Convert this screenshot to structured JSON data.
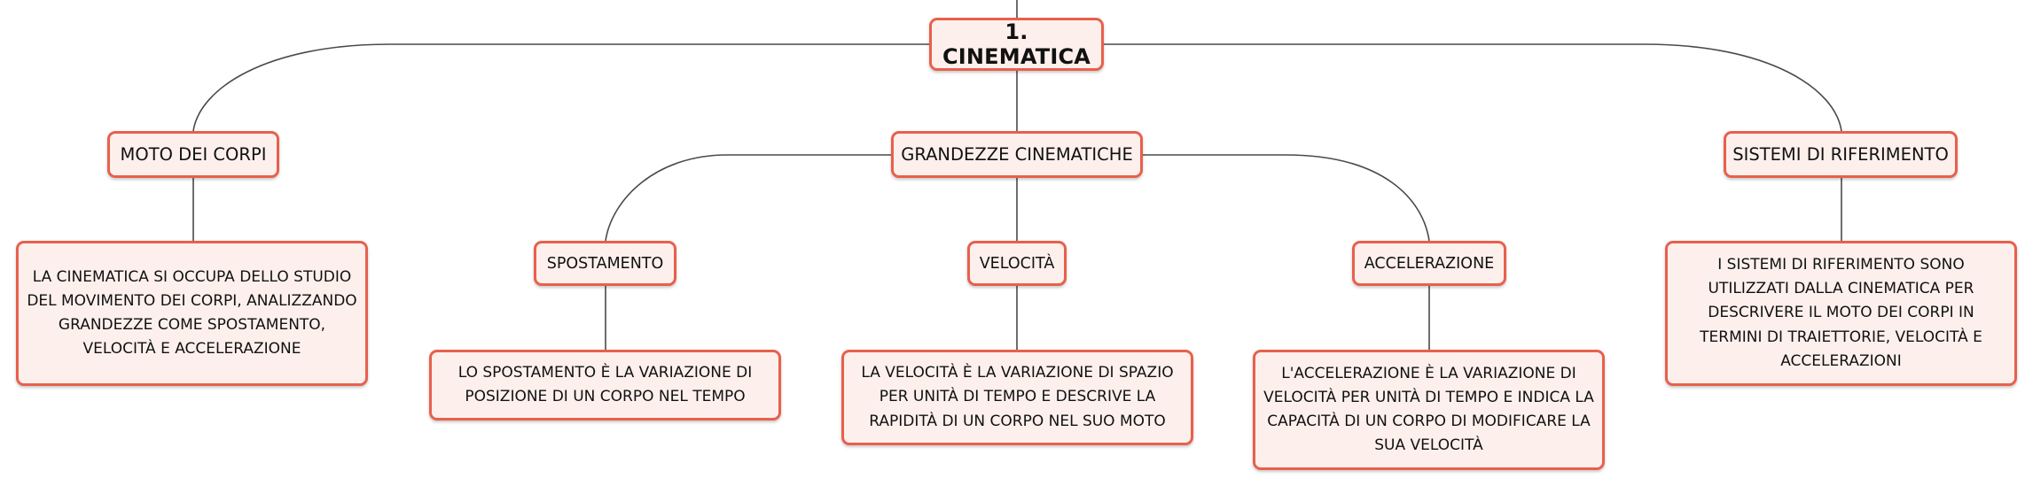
{
  "diagram": {
    "root": {
      "label": "1. CINEMATICA"
    },
    "moto": {
      "label": "MOTO DEI CORPI",
      "description": "LA CINEMATICA SI OCCUPA DELLO STUDIO DEL MOVIMENTO DEI CORPI, ANALIZZANDO GRANDEZZE COME SPOSTAMENTO, VELOCITÀ E ACCELERAZIONE"
    },
    "grandezze": {
      "label": "GRANDEZZE CINEMATICHE",
      "spostamento": {
        "label": "SPOSTAMENTO",
        "description": "LO SPOSTAMENTO È LA VARIAZIONE DI POSIZIONE DI UN CORPO NEL TEMPO"
      },
      "velocita": {
        "label": "VELOCITÀ",
        "description": "LA VELOCITÀ È LA VARIAZIONE DI SPAZIO PER UNITÀ DI TEMPO E DESCRIVE LA RAPIDITÀ DI UN CORPO NEL SUO MOTO"
      },
      "accelerazione": {
        "label": "ACCELERAZIONE",
        "description": "L'ACCELERAZIONE È LA VARIAZIONE DI VELOCITÀ PER UNITÀ DI TEMPO E INDICA LA CAPACITÀ DI UN CORPO DI MODIFICARE LA SUA VELOCITÀ"
      }
    },
    "sistemi": {
      "label": "SISTEMI DI RIFERIMENTO",
      "description": "I SISTEMI DI RIFERIMENTO SONO UTILIZZATI DALLA CINEMATICA PER DESCRIVERE IL MOTO DEI CORPI IN TERMINI DI TRAIETTORIE, VELOCITÀ E ACCELERAZIONI"
    }
  }
}
